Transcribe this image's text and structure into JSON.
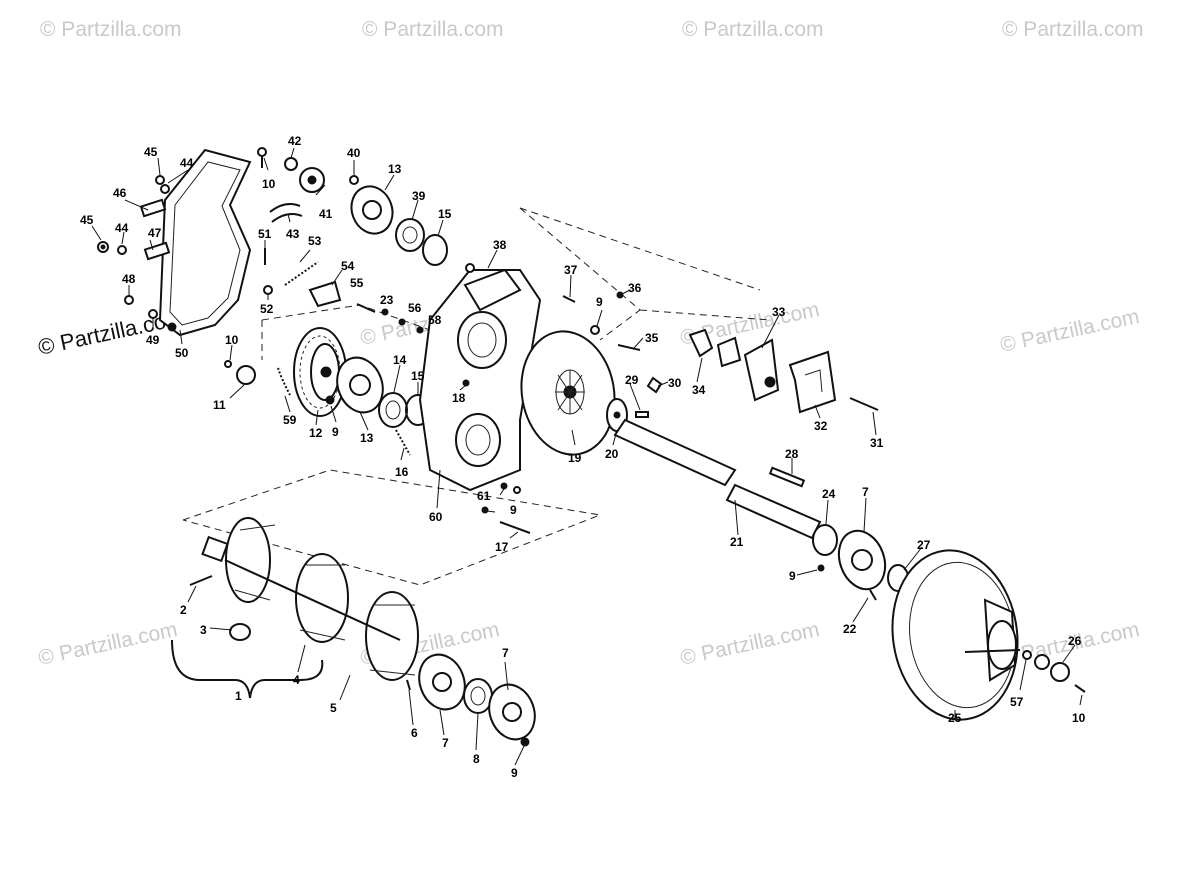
{
  "watermark": {
    "light_text": "© Partzilla.com",
    "dark_text": "© Partzilla.com"
  },
  "callouts": [
    "1",
    "2",
    "3",
    "4",
    "5",
    "6",
    "7",
    "8",
    "9",
    "10",
    "11",
    "12",
    "13",
    "14",
    "15",
    "16",
    "17",
    "18",
    "19",
    "20",
    "21",
    "22",
    "23",
    "24",
    "25",
    "26",
    "27",
    "28",
    "29",
    "30",
    "31",
    "32",
    "33",
    "34",
    "35",
    "36",
    "37",
    "38",
    "39",
    "40",
    "41",
    "42",
    "43",
    "44",
    "45",
    "46",
    "47",
    "48",
    "49",
    "50",
    "51",
    "52",
    "53",
    "54",
    "55",
    "56",
    "57",
    "58",
    "59",
    "60",
    "61"
  ],
  "colors": {
    "line": "#111111",
    "watermark": "#c9c9c9",
    "background": "#ffffff"
  }
}
